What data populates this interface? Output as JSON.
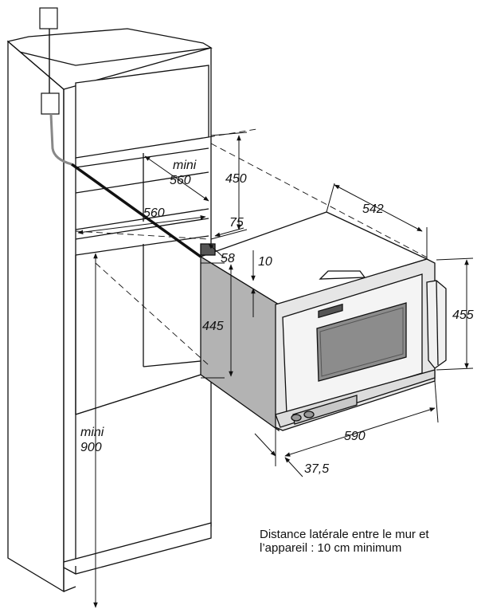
{
  "dimensions": {
    "mini_560_label": "mini",
    "mini_560_value": "560",
    "d560": "560",
    "d450": "450",
    "d542": "542",
    "d75": "75",
    "d58": "58",
    "d10": "10",
    "d445": "445",
    "d455": "455",
    "d590": "590",
    "d37_5": "37,5",
    "mini_900_label": "mini",
    "mini_900_value": "900"
  },
  "note": {
    "line1": "Distance latérale entre le mur et",
    "line2": "l’appareil :  10 cm minimum"
  }
}
